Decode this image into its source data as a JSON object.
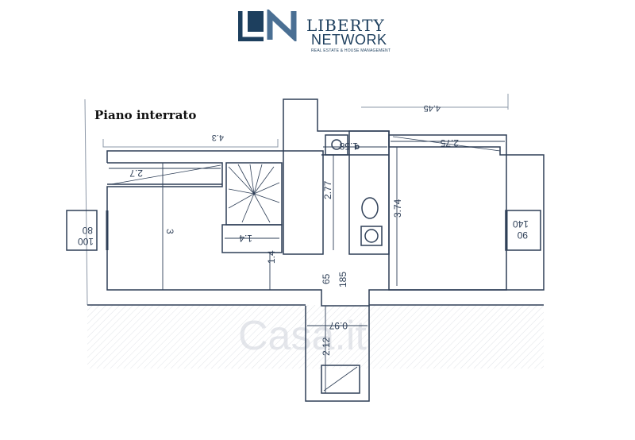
{
  "logo": {
    "line1": "LIBERTY",
    "line2": "NETWORK",
    "tagline": "REAL ESTATE & HOUSE MANAGEMENT",
    "color": "#1d3f5e"
  },
  "plan": {
    "title": "Piano interrato",
    "line_color": "#2e3f57",
    "dimensions": {
      "d_445": "4.45",
      "d_43": "4.3",
      "d_27": "2.7",
      "d_3": "3",
      "d_14a": "1.4",
      "d_14b": "1.4",
      "d_277": "2.77",
      "d_158": "1.58",
      "d_275": "2.75",
      "d_374": "3.74",
      "d_65": "65",
      "d_185": "185",
      "d_097": "0.97",
      "d_212": "2.12"
    },
    "windows": {
      "left_top": "80",
      "left_bottom": "100",
      "right_top": "140",
      "right_bottom": "90"
    }
  },
  "watermark": "Casa.it"
}
